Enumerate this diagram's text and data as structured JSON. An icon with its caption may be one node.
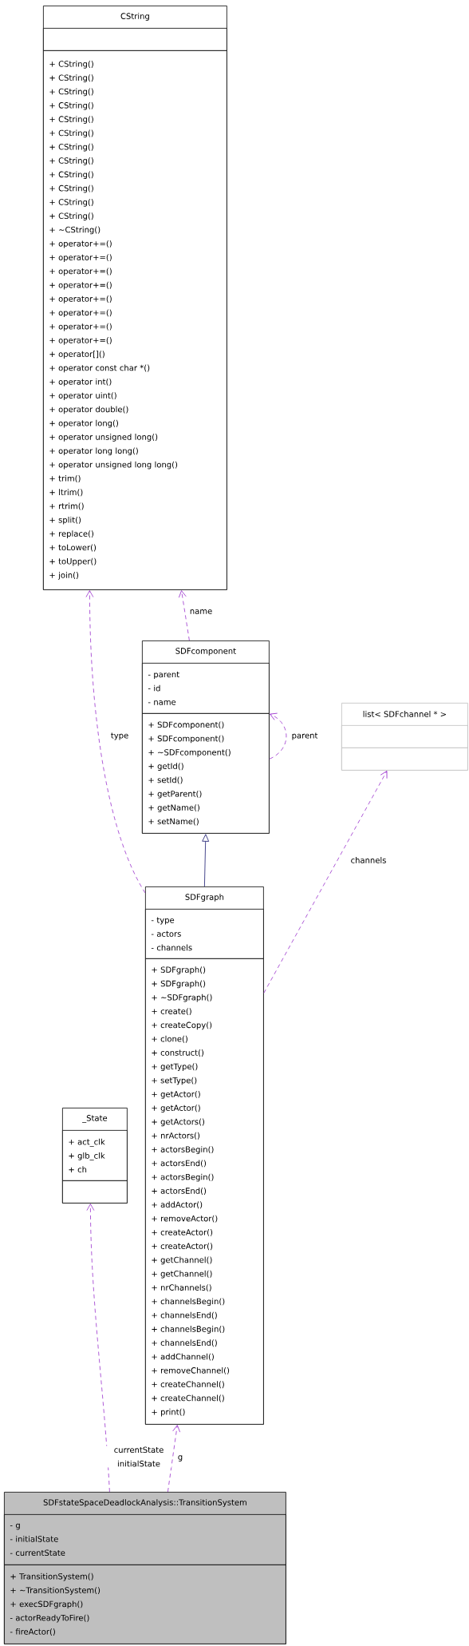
{
  "diagram": {
    "nodes": [
      {
        "text": [
          "CString"
        ]
      },
      {
        "text": [],
        "shape": "box",
        "in": 0
      },
      {
        "text": [
          "+ CString()",
          "+ CString()",
          "+ CString()",
          "+ CString()",
          "+ CString()",
          "+ CString()",
          "+ CString()",
          "+ CString()",
          "+ CString()",
          "+ CString()",
          "+ CString()",
          "+ CString()",
          "+ ~CString()",
          "+ operator+=()",
          "+ operator+=()",
          "+ operator+=()",
          "+ operator+=()",
          "+ operator+=()",
          "+ operator+=()",
          "+ operator+=()",
          "+ operator+=()",
          "+ operator[]()",
          "+ operator const char *()",
          "+ operator int()",
          "+ operator uint()",
          "+ operator double()",
          "+ operator long()",
          "+ operator unsigned long()",
          "+ operator long long()",
          "+ operator unsigned long long()",
          "+ trim()",
          "+ ltrim()",
          "+ rtrim()",
          "+ split()",
          "+ replace()",
          "+ toLower()",
          "+ toUpper()",
          "+ join()"
        ],
        "in": 0
      },
      {
        "text": [
          "SDFcomponent"
        ]
      },
      {
        "text": [
          "- parent",
          "- id",
          "- name"
        ],
        "in": 3
      },
      {
        "text": [
          "+ SDFcomponent()",
          "+ SDFcomponent()",
          "+ ~SDFcomponent()",
          "+ getId()",
          "+ setId()",
          "+ getParent()",
          "+ getName()",
          "+ setName()"
        ],
        "in": 3
      },
      {
        "text": [
          "list< SDFchannel * >"
        ]
      },
      {
        "text": [],
        "shape": "box",
        "in": 6
      },
      {
        "text": [],
        "shape": "box",
        "in": 6
      },
      {
        "text": [
          "SDFgraph"
        ]
      },
      {
        "text": [
          "- type",
          "- actors",
          "- channels"
        ],
        "in": 9
      },
      {
        "text": [
          "+ SDFgraph()",
          "+ SDFgraph()",
          "+ ~SDFgraph()",
          "+ create()",
          "+ createCopy()",
          "+ clone()",
          "+ construct()",
          "+ getType()",
          "+ setType()",
          "+ getActor()",
          "+ getActor()",
          "+ getActors()",
          "+ nrActors()",
          "+ actorsBegin()",
          "+ actorsEnd()",
          "+ actorsBegin()",
          "+ actorsEnd()",
          "+ addActor()",
          "+ removeActor()",
          "+ createActor()",
          "+ createActor()",
          "+ getChannel()",
          "+ getChannel()",
          "+ nrChannels()",
          "+ channelsBegin()",
          "+ channelsEnd()",
          "+ channelsBegin()",
          "+ channelsEnd()",
          "+ addChannel()",
          "+ removeChannel()",
          "+ createChannel()",
          "+ createChannel()",
          "+ print()"
        ],
        "in": 9
      },
      {
        "text": [
          "_State"
        ]
      },
      {
        "text": [
          "+ act_clk",
          "+ glb_clk",
          "+ ch"
        ],
        "in": 12
      },
      {
        "text": [],
        "shape": "box",
        "in": 12
      },
      {
        "text": [
          "SDFstateSpaceDeadlockAnalysis::TransitionSystem"
        ]
      },
      {
        "text": [
          "- g",
          "- initialState",
          "- currentState"
        ],
        "in": 15
      },
      {
        "text": [
          "+ TransitionSystem()",
          "+ ~TransitionSystem()",
          "+ execSDFgraph()",
          "- actorReadyToFire()",
          "- fireActor()"
        ],
        "in": 15
      }
    ],
    "edges": [
      {
        "from": 3,
        "to": 0,
        "arrow": "to",
        "label": "name",
        "style": "dashed",
        "color": "#9a32cd"
      },
      {
        "from": 5,
        "to": 4,
        "arrow": "to",
        "label": "parent",
        "style": "dashed",
        "color": "#9a32cd"
      },
      {
        "from": 9,
        "to": 0,
        "arrow": "to",
        "label": "type",
        "style": "dashed",
        "color": "#9a32cd"
      },
      {
        "from": 9,
        "to": 6,
        "arrow": "to",
        "label": "channels",
        "style": "dashed",
        "color": "#9a32cd"
      },
      {
        "from": 9,
        "to": 3,
        "arrow": "to",
        "color": "#191970"
      },
      {
        "from": 15,
        "to": 12,
        "arrow": "to",
        "label": "currentState initialState",
        "style": "dashed",
        "color": "#9a32cd"
      },
      {
        "from": 15,
        "to": 9,
        "arrow": "to",
        "label": "g",
        "style": "dashed",
        "color": "#9a32cd"
      }
    ]
  }
}
